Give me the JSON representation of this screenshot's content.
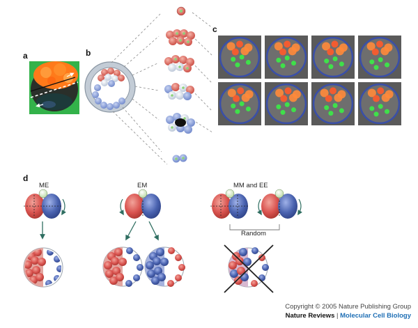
{
  "panels": {
    "a": "a",
    "b": "b",
    "c": "c",
    "d": "d"
  },
  "colors": {
    "red": "#d9534f",
    "blue": "#4a63b0",
    "green": "#3fc24a",
    "zona": "#b9c4cf",
    "dash": "#888888"
  },
  "panel_d": {
    "group_labels": [
      "ME",
      "EM",
      "MM and EE"
    ],
    "random_label": "Random"
  },
  "credit": {
    "copyright": "Copyright © 2005 Nature Publishing Group",
    "journal": "Nature Reviews",
    "separator": " | ",
    "subtitle": "Molecular Cell Biology"
  }
}
